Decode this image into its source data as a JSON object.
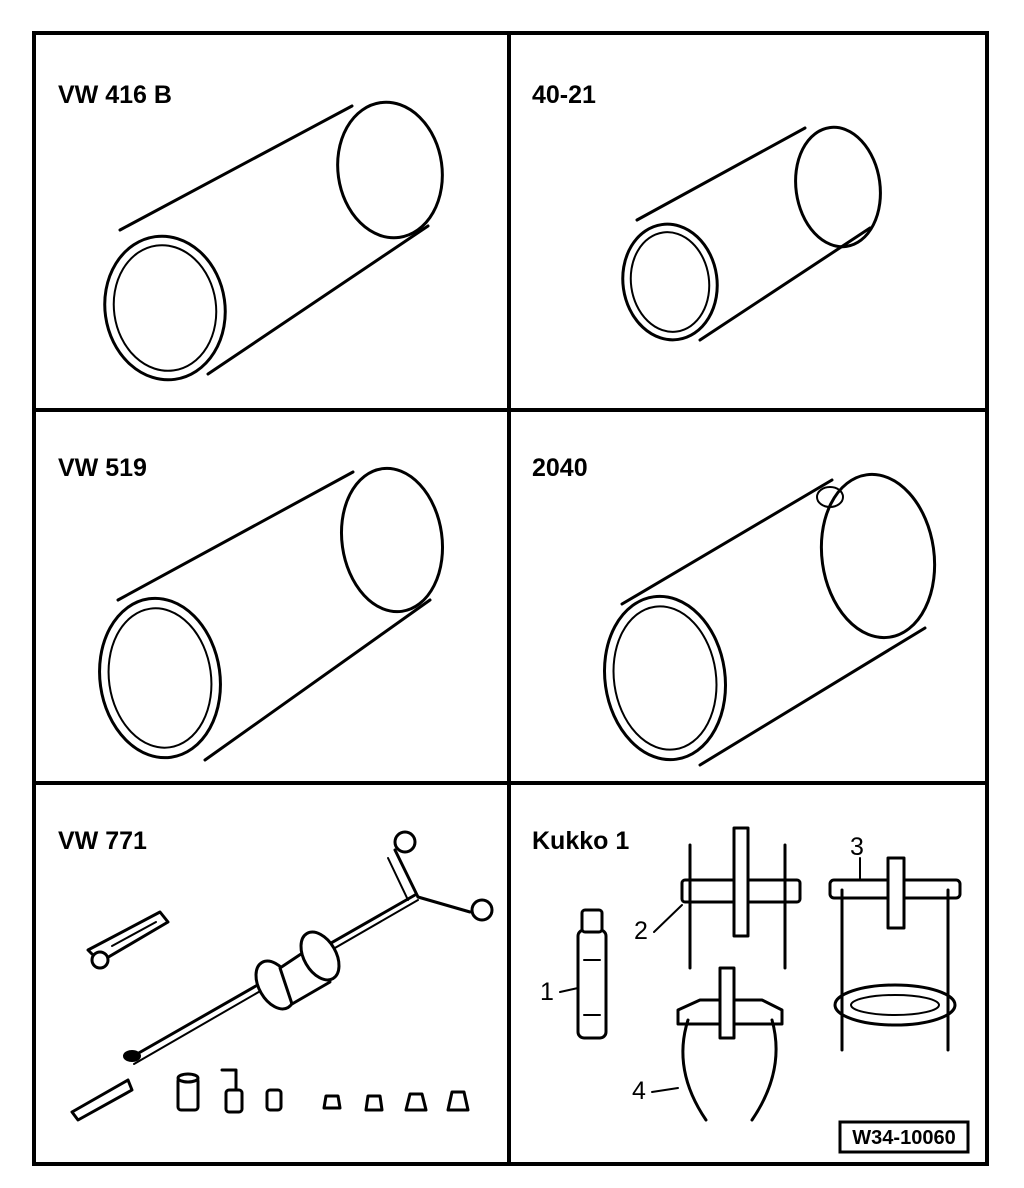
{
  "panels": [
    {
      "label": "VW 416 B"
    },
    {
      "label": "40-21"
    },
    {
      "label": "VW 519"
    },
    {
      "label": "2040"
    },
    {
      "label": "VW 771"
    },
    {
      "label": "Kukko 1"
    }
  ],
  "callouts": [
    "1",
    "2",
    "3",
    "4"
  ],
  "reference_code": "W34-10060",
  "icons": [
    "cylinder-sleeve",
    "slide-hammer-kit",
    "puller-set"
  ]
}
